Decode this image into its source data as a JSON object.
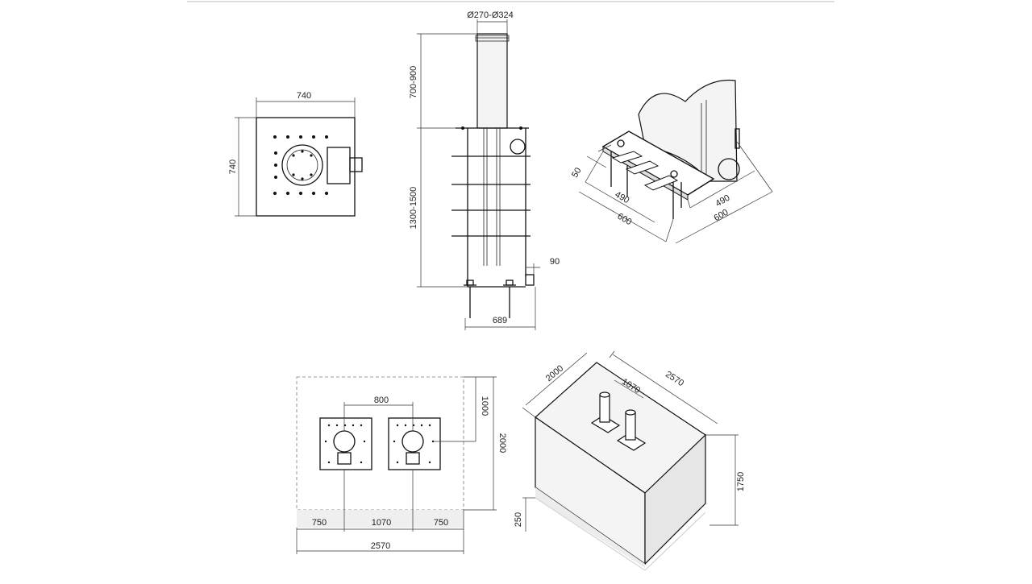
{
  "dimensions": {
    "plan_width": "740",
    "plan_height": "740",
    "pipe_diameter": "Ø270-Ø324",
    "bollard_height": "700-900",
    "body_depth": "1300-1500",
    "side_offset": "90",
    "base_width": "689",
    "iso_flange": "50",
    "iso_left_inner": "490",
    "iso_left_outer": "600",
    "iso_right_inner": "490",
    "iso_right_outer": "600",
    "layout_spacing": "800",
    "layout_offset_v": "1000",
    "layout_depth": "2000",
    "layout_left": "750",
    "layout_center": "1070",
    "layout_right": "750",
    "layout_total": "2570",
    "block_depth": "2000",
    "block_spacing": "1070",
    "block_width": "2570",
    "block_height": "1750",
    "block_band": "250"
  },
  "colors": {
    "line": "#111111",
    "face": "#f4f4f4",
    "shade": "#e6e6e6"
  }
}
